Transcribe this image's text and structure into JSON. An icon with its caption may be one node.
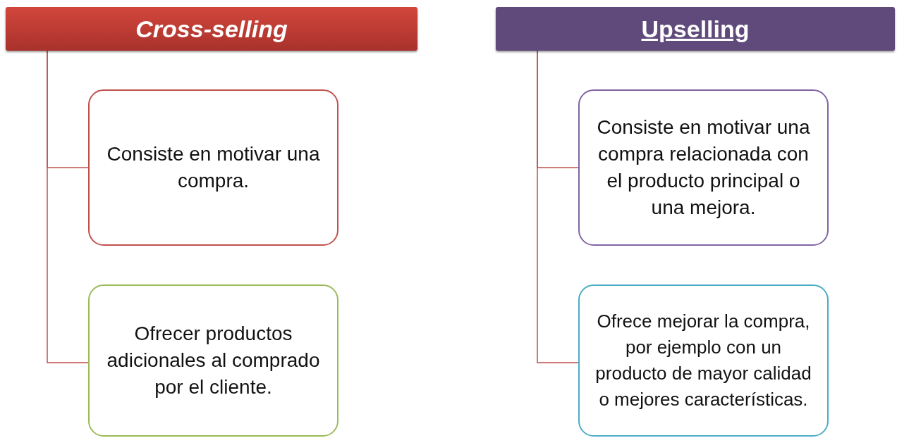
{
  "diagram": {
    "nodes": [
      {
        "text": [
          "Cross-selling"
        ]
      },
      {
        "text": [
          "Consiste en motivar una compra."
        ]
      },
      {
        "text": [
          "Ofrecer productos adicionales al comprado por el cliente."
        ]
      },
      {
        "text": [
          "Upselling"
        ]
      },
      {
        "text": [
          "Consiste en motivar una compra relacionada con el producto principal o una mejora."
        ]
      },
      {
        "text": [
          "Ofrece mejorar la compra, por ejemplo con un producto de mayor calidad o mejores características."
        ]
      }
    ],
    "edges": [
      {
        "from": 0,
        "to": 1,
        "arrow": "none"
      },
      {
        "from": 0,
        "to": 2,
        "arrow": "none"
      },
      {
        "from": 3,
        "to": 4,
        "arrow": "none"
      },
      {
        "from": 3,
        "to": 5,
        "arrow": "none"
      }
    ]
  }
}
